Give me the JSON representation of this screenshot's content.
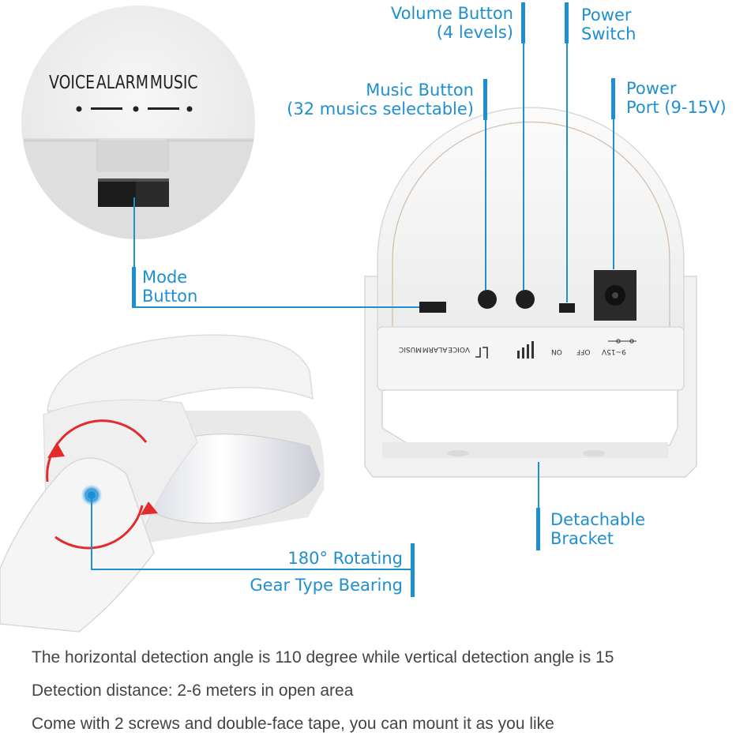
{
  "colors": {
    "accent": "#1e8fd0",
    "device_body": "#f2f2f2",
    "arrow_red": "#e32b2b",
    "text_gray": "#444444"
  },
  "inset": {
    "mode_labels": [
      "VOICE",
      "ALARM",
      "MUSIC"
    ]
  },
  "device_panel": {
    "mode_labels": [
      "VOICE",
      "ALARM",
      "MUSIC"
    ],
    "switch_on": "ON",
    "switch_off": "OFF",
    "power_label": "9~15V"
  },
  "callouts": {
    "volume_button": [
      "Volume Button",
      "(4 levels)"
    ],
    "power_switch": [
      "Power",
      "Switch"
    ],
    "music_button": [
      "Music Button",
      "(32 musics selectable)"
    ],
    "power_port": [
      "Power",
      "Port (9-15V)"
    ],
    "mode_button": [
      "Mode",
      "Button"
    ],
    "detachable_bracket": [
      "Detachable",
      "Bracket"
    ],
    "rotating_bearing": [
      "180° Rotating",
      "Gear Type Bearing"
    ]
  },
  "descriptions": [
    "The horizontal detection angle is 110 degree while vertical detection angle is 15",
    "Detection distance: 2-6 meters in open area",
    "Come with 2 screws and double-face tape, you can mount it as you like"
  ]
}
